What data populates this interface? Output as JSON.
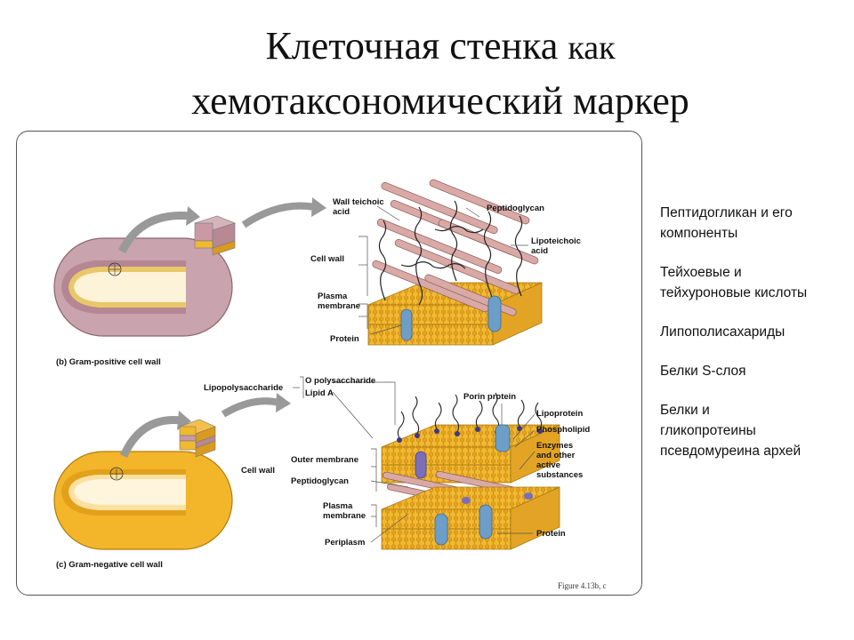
{
  "title": {
    "line1_main": "Клеточная стенка",
    "line1_small": "как",
    "line2": "хемотаксономический маркер"
  },
  "figure": {
    "gram_positive": {
      "caption": "(b) Gram-positive cell wall",
      "wall_teichoic": [
        "Wall teichoic",
        "acid"
      ],
      "peptidoglycan": "Peptidoglycan",
      "lipoteichoic": [
        "Lipoteichoic",
        "acid"
      ],
      "cell_wall": "Cell wall",
      "plasma_membrane": [
        "Plasma",
        "membrane"
      ],
      "protein": "Protein"
    },
    "gram_negative": {
      "caption": "(c) Gram-negative cell wall",
      "lipopolysaccharide": "Lipopolysaccharide",
      "o_polysaccharide": "O polysaccharide",
      "lipid_a": "Lipid A",
      "porin_protein": "Porin protein",
      "lipoprotein": "Lipoprotein",
      "phospholipid": "Phospholipid",
      "enzymes": [
        "Enzymes",
        "and other",
        "active",
        "substances"
      ],
      "cell_wall": "Cell wall",
      "outer_membrane": "Outer membrane",
      "peptidoglycan": "Peptidoglycan",
      "plasma_membrane": [
        "Plasma",
        "membrane"
      ],
      "periplasm": "Periplasm",
      "protein": "Protein"
    },
    "figure_ref": "Figure 4.13b, c"
  },
  "side_list": [
    [
      "Пептидогликан и его",
      "компоненты"
    ],
    [
      "Тейхоевые и",
      "тейхуроновые кислоты"
    ],
    [
      "Липополисахариды"
    ],
    [
      "Белки S-слоя"
    ],
    [
      "Белки и",
      "гликопротеины",
      "псевдомуреина архей"
    ]
  ]
}
